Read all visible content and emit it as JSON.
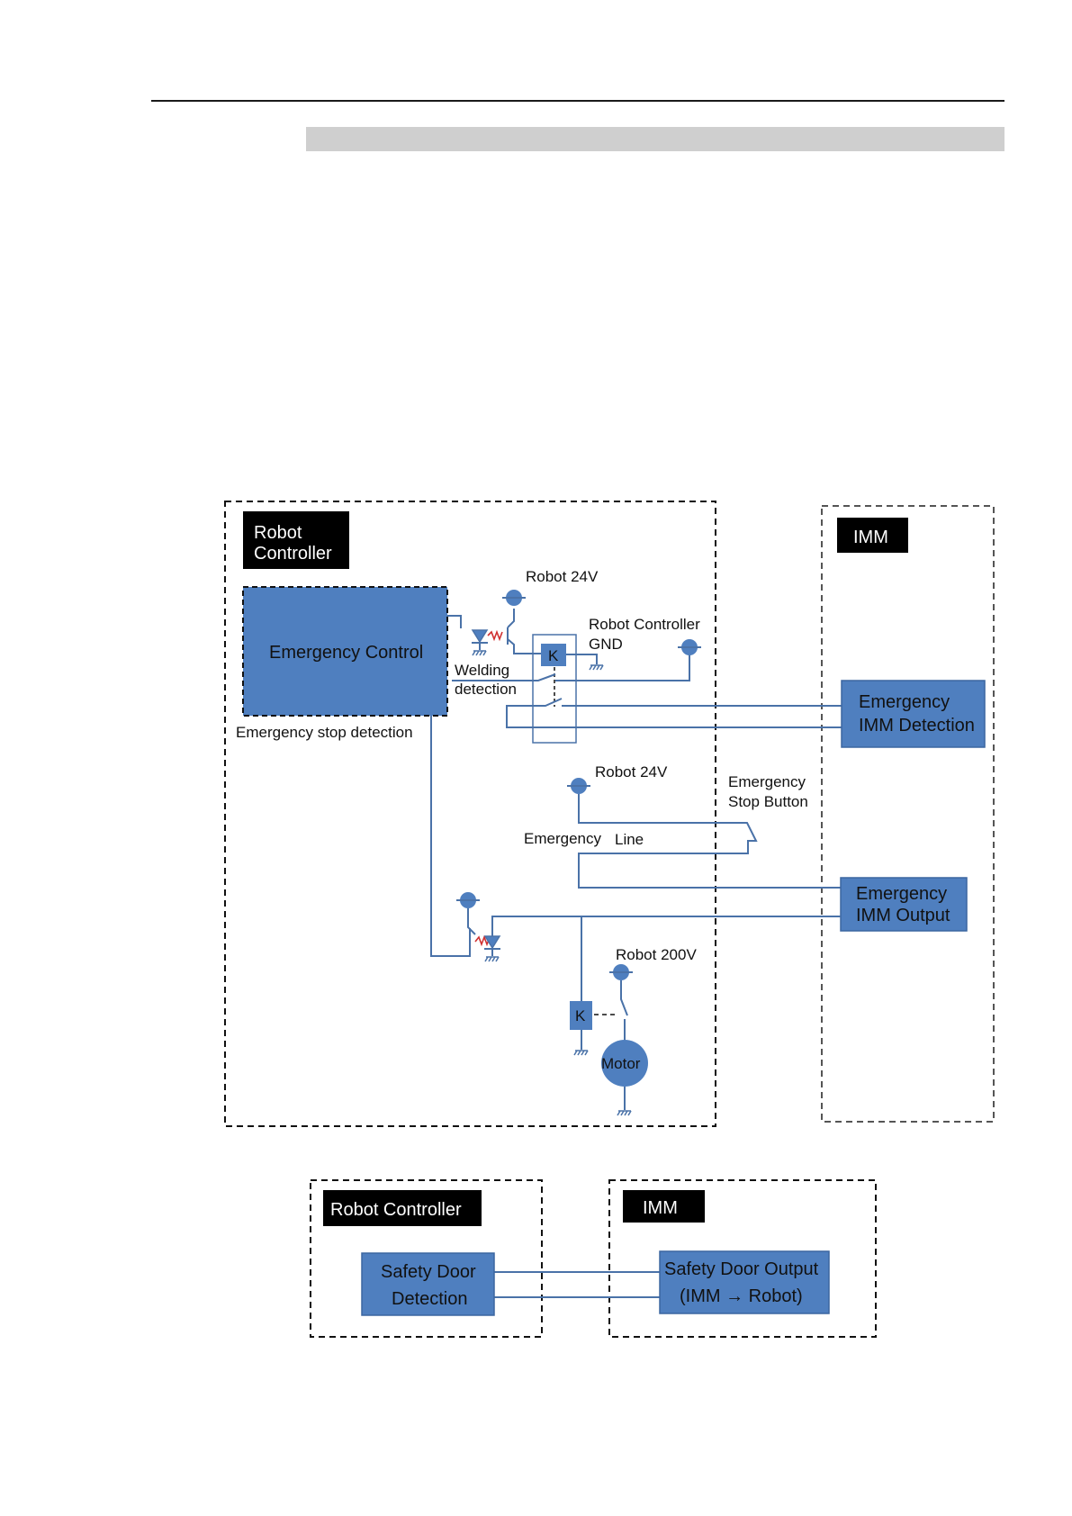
{
  "main_diagram": {
    "robot_controller_label_line1": "Robot",
    "robot_controller_label_line2": "Controller",
    "imm_label": "IMM",
    "emergency_control": "Emergency Control",
    "emergency_stop_detection": "Emergency stop detection",
    "robot_24v_top": "Robot 24V",
    "robot_controller_gnd_line1": "Robot Controller",
    "robot_controller_gnd_line2": "GND",
    "welding_detection_line1": "Welding",
    "welding_detection_line2": "detection",
    "relay_k": "K",
    "emergency_imm_detection_line1": "Emergency",
    "emergency_imm_detection_line2": "IMM Detection",
    "robot_24v_mid": "Robot 24V",
    "emergency_stop_button_line1": "Emergency",
    "emergency_stop_button_line2": "Stop Button",
    "emergency_line_word1": "Emergency",
    "emergency_line_word2": "Line",
    "emergency_imm_output_line1": "Emergency",
    "emergency_imm_output_line2": "IMM Output",
    "robot_200v": "Robot 200V",
    "relay_k2": "K",
    "motor": "Motor"
  },
  "safety_door_diagram": {
    "robot_controller_label": "Robot Controller",
    "imm_label": "IMM",
    "safety_door_detection_line1": "Safety Door",
    "safety_door_detection_line2": "Detection",
    "safety_door_output_line1": "Safety Door Output",
    "safety_door_output_line2": "(IMM  →  Robot)"
  },
  "colors": {
    "block_fill": "#4f7fbf",
    "wire": "#4a72a8",
    "label_box": "#000000"
  }
}
